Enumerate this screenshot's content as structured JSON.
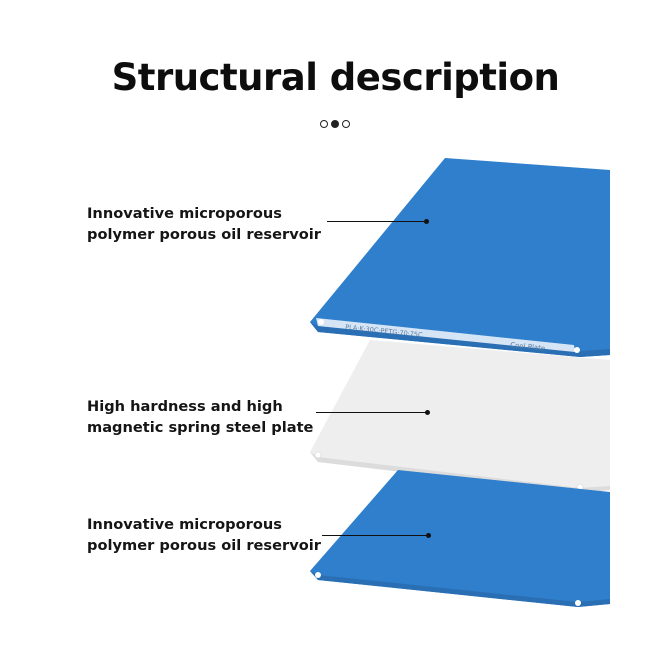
{
  "title": "Structural description",
  "pager": {
    "count": 3,
    "active_index": 1
  },
  "layers": [
    {
      "label_line1": "Innovative microporous",
      "label_line2": "polymer porous oil reservoir",
      "color": "#2f7fcc"
    },
    {
      "label_line1": "High hardness and high",
      "label_line2": "magnetic spring steel plate",
      "color": "#f0f0f0"
    },
    {
      "label_line1": "Innovative microporous",
      "label_line2": "polymer porous oil reservoir",
      "color": "#2f7fcc"
    }
  ],
  "plate_markings": {
    "left": "PLA·K·30C·PETG·70·75C",
    "right": "Cool Plate"
  }
}
